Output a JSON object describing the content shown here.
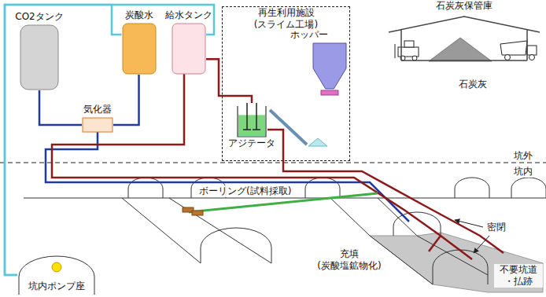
{
  "diagram": {
    "nodes": [
      {
        "text": [
          "CO2タンク"
        ]
      },
      {
        "text": [
          "気化器"
        ]
      },
      {
        "text": [
          "炭酸水"
        ]
      },
      {
        "text": [
          "給水タンク"
        ]
      },
      {
        "text": [
          "再生利用施設 (スライム工場)"
        ]
      },
      {
        "text": [
          "アジテータ"
        ],
        "in": 4
      },
      {
        "text": [
          "ホッパー"
        ],
        "in": 4
      },
      {
        "text": [
          "石炭灰保管庫"
        ]
      },
      {
        "text": [
          "坑内ポンプ座"
        ]
      }
    ],
    "edges": [
      {
        "from": 0,
        "to": 1,
        "arrow": "none"
      },
      {
        "from": 1,
        "to": 2,
        "arrow": "none"
      },
      {
        "from": 3,
        "to": 5,
        "arrow": "none"
      },
      {
        "from": 8,
        "to": 2,
        "arrow": "none"
      },
      {
        "from": 8,
        "to": 3,
        "arrow": "none"
      }
    ],
    "labels": [
      "石炭灰",
      "坑外",
      "坑内",
      "ボーリング(試料採取)",
      "密閉",
      "充填 (炭酸塩鉱物化)",
      "不要坑道 ・払跡"
    ]
  }
}
